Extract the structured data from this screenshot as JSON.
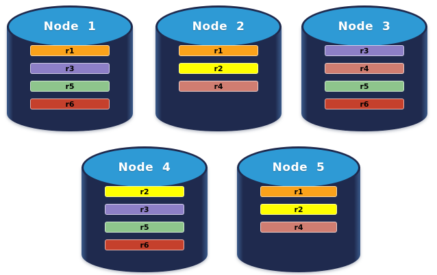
{
  "palette": {
    "background": "#FFFFFF",
    "cylinder_body": "#1F2A4E",
    "cylinder_top": "#2E9AD5",
    "cylinder_outline": "#1F2A4E",
    "title_text": "#FFFFFF",
    "bar_text": "#000000",
    "replica_colors": {
      "r1": "#FAA21B",
      "r2": "#FFFF00",
      "r3": "#8D7FC7",
      "r4": "#D07D71",
      "r5": "#8EC58C",
      "r6": "#C5402C"
    }
  },
  "nodes": [
    {
      "title": "Node  1",
      "replicas": [
        {
          "label": "r1",
          "color": "#FAA21B"
        },
        {
          "label": "r3",
          "color": "#8D7FC7"
        },
        {
          "label": "r5",
          "color": "#8EC58C"
        },
        {
          "label": "r6",
          "color": "#C5402C"
        }
      ]
    },
    {
      "title": "Node  2",
      "replicas": [
        {
          "label": "r1",
          "color": "#FAA21B"
        },
        {
          "label": "r2",
          "color": "#FFFF00"
        },
        {
          "label": "r4",
          "color": "#D07D71"
        }
      ]
    },
    {
      "title": "Node  3",
      "replicas": [
        {
          "label": "r3",
          "color": "#8D7FC7"
        },
        {
          "label": "r4",
          "color": "#D07D71"
        },
        {
          "label": "r5",
          "color": "#8EC58C"
        },
        {
          "label": "r6",
          "color": "#C5402C"
        }
      ]
    },
    {
      "title": "Node  4",
      "replicas": [
        {
          "label": "r2",
          "color": "#FFFF00"
        },
        {
          "label": "r3",
          "color": "#8D7FC7"
        },
        {
          "label": "r5",
          "color": "#8EC58C"
        },
        {
          "label": "r6",
          "color": "#C5402C"
        }
      ]
    },
    {
      "title": "Node  5",
      "replicas": [
        {
          "label": "r1",
          "color": "#FAA21B"
        },
        {
          "label": "r2",
          "color": "#FFFF00"
        },
        {
          "label": "r4",
          "color": "#D07D71"
        }
      ]
    }
  ]
}
